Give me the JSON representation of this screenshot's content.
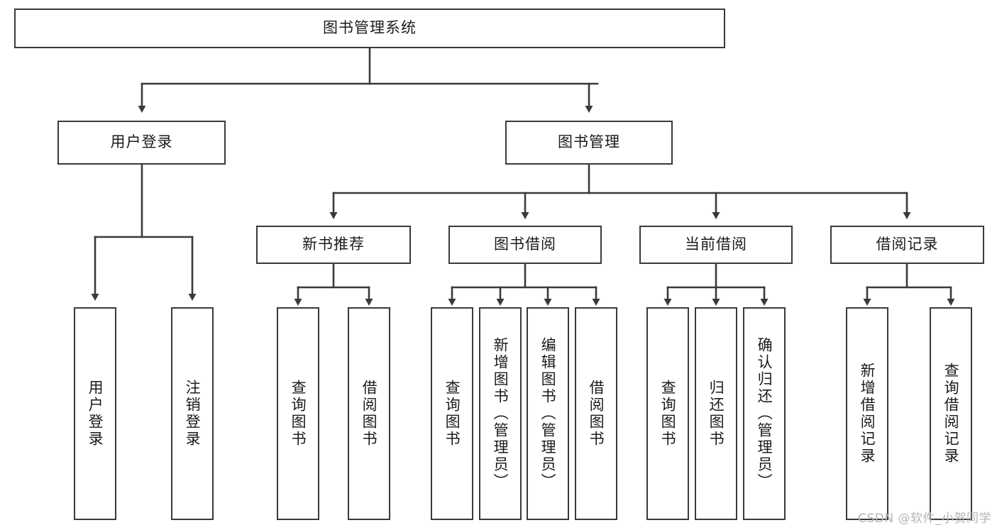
{
  "diagram": {
    "title_node": {
      "label": "图书管理系统"
    },
    "level2": [
      {
        "id": "user-login",
        "label": "用户登录"
      },
      {
        "id": "book-management",
        "label": "图书管理"
      }
    ],
    "level3": [
      {
        "id": "new-book-recommend",
        "label": "新书推荐"
      },
      {
        "id": "book-borrow",
        "label": "图书借阅"
      },
      {
        "id": "current-borrow",
        "label": "当前借阅"
      },
      {
        "id": "borrow-record",
        "label": "借阅记录"
      }
    ],
    "leaves": {
      "user_login": [
        {
          "id": "leaf-user-login",
          "label": "用户登录"
        },
        {
          "id": "leaf-logout",
          "label": "注销登录"
        }
      ],
      "new_book_recommend": [
        {
          "id": "leaf-query-book-1",
          "label": "查询图书"
        },
        {
          "id": "leaf-borrow-book-1",
          "label": "借阅图书"
        }
      ],
      "book_borrow": [
        {
          "id": "leaf-query-book-2",
          "label": "查询图书"
        },
        {
          "id": "leaf-add-book",
          "label": "新增图书（管理员）"
        },
        {
          "id": "leaf-edit-book",
          "label": "编辑图书（管理员）"
        },
        {
          "id": "leaf-borrow-book-2",
          "label": "借阅图书"
        }
      ],
      "current_borrow": [
        {
          "id": "leaf-query-book-3",
          "label": "查询图书"
        },
        {
          "id": "leaf-return-book",
          "label": "归还图书"
        },
        {
          "id": "leaf-confirm-return",
          "label": "确认归还（管理员）"
        }
      ],
      "borrow_record": [
        {
          "id": "leaf-add-record",
          "label": "新增借阅记录"
        },
        {
          "id": "leaf-query-record",
          "label": "查询借阅记录"
        }
      ]
    },
    "watermark": "CSDN @软件_小贺同学",
    "colors": {
      "stroke": "#3a3a3a",
      "fill": "#ffffff",
      "text": "#1b1b1b",
      "watermark": "#b4b4b4"
    }
  }
}
